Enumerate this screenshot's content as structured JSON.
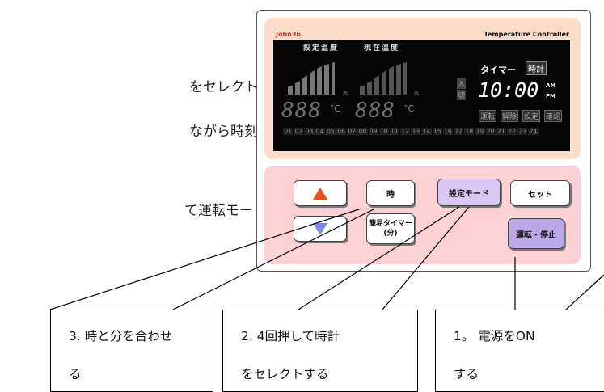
{
  "background_text": {
    "line1": "をセレクトします。",
    "line2": "ながら時刻を合わせま",
    "line3": "て運転モードに転換"
  },
  "controller": {
    "brand": "John36",
    "model_label": "Temperature Controller",
    "header_set_temp": "設定温度",
    "header_current_temp": "現在温度",
    "temp_set_digits": "888",
    "temp_current_digits": "888",
    "degree_unit": "°C",
    "gauge_mark_high": "高",
    "timer_label": "タイマー",
    "clock_label": "時計",
    "in_label": "入",
    "out_label": "切",
    "clock_digits": "10:00",
    "am_label": "AM",
    "pm_label": "PM",
    "status_tags": [
      "運転",
      "解除",
      "設定",
      "確認"
    ],
    "hour_ticks": [
      "01",
      "02",
      "03",
      "04",
      "05",
      "06",
      "07",
      "08",
      "09",
      "10",
      "11",
      "12",
      "13",
      "14",
      "15",
      "16",
      "17",
      "18",
      "19",
      "20",
      "21",
      "22",
      "23",
      "24"
    ]
  },
  "buttons": {
    "up_icon": "triangle-up-icon",
    "down_icon": "triangle-down-icon",
    "hour": "時",
    "setting_mode": "設定モード",
    "set": "セット",
    "simple_timer_line1": "簡易タイマー",
    "simple_timer_line2": "(分)",
    "run_stop": "運転・停止"
  },
  "callouts": [
    {
      "line1": "3. 時と分を合わせ",
      "line2": "る"
    },
    {
      "line1": "2. 4回押して時計",
      "line2": "をセレクトする"
    },
    {
      "line1": "1。 電源をON",
      "line2": "する"
    }
  ],
  "colors": {
    "top_panel": "#fbdcc8",
    "bottom_panel": "#fbd1d3",
    "up_arrow": "#e94e1b",
    "down_arrow": "#7f88e0",
    "mode_button": "#d9c8f5",
    "run_stop_button": "#bba7e6"
  }
}
